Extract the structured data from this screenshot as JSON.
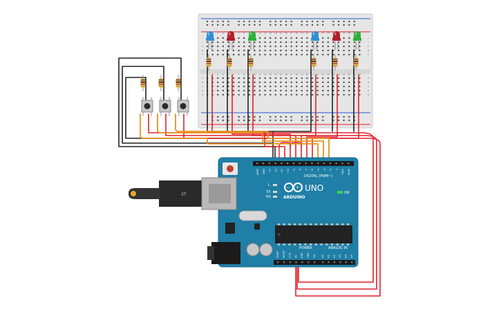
{
  "board": {
    "model": "UNO",
    "brand": "ARDUINO",
    "digital_header": "DIGITAL (PWM~)",
    "power_header": "POWER",
    "analog_header": "ANALOG IN",
    "on_label": "ON",
    "led_l": "L",
    "led_tx": "TX",
    "led_rx": "RX",
    "digital_pins": [
      "AREF",
      "GND",
      "13",
      "12",
      "~11",
      "~10",
      "~9",
      "8",
      "7",
      "~6",
      "~5",
      "4",
      "~3",
      "2",
      "TX▸1",
      "RX◂0"
    ],
    "power_pins": [
      "IOREF",
      "RESET",
      "3.3V",
      "5V",
      "GND",
      "GND",
      "Vin"
    ],
    "analog_pins": [
      "A0",
      "A1",
      "A2",
      "A3",
      "A4",
      "A5"
    ]
  },
  "breadboard": {
    "column_numbers": [
      "1",
      "2",
      "3",
      "4",
      "5",
      "6",
      "7",
      "8",
      "9",
      "10",
      "11",
      "12",
      "13",
      "14",
      "15",
      "16",
      "17",
      "18",
      "19",
      "20",
      "21",
      "22",
      "23",
      "24",
      "25",
      "26",
      "27",
      "28",
      "29",
      "30"
    ],
    "row_letters_top": [
      "j",
      "i",
      "h",
      "g",
      "f"
    ],
    "row_letters_bottom": [
      "e",
      "d",
      "c",
      "b",
      "a"
    ]
  },
  "leds": [
    {
      "color": "#2f8fd0"
    },
    {
      "color": "#b3202a"
    },
    {
      "color": "#2fae3c"
    },
    {
      "color": "#2f8fd0"
    },
    {
      "color": "#b3202a"
    },
    {
      "color": "#2fae3c"
    }
  ],
  "buttons": {
    "count": 3
  },
  "wire_colors": {
    "red": "#e0202a",
    "black": "#222222",
    "orange": "#e8921c"
  }
}
